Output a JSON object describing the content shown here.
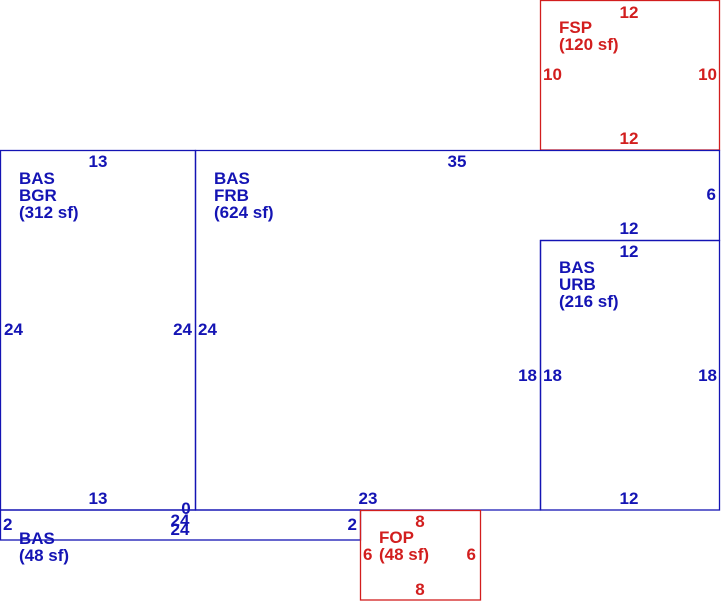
{
  "colors": {
    "living": "#1414b4",
    "porch": "#d21e1e"
  },
  "areas": {
    "fsp": {
      "line1": "FSP",
      "line2": "(120 sf)"
    },
    "bgr": {
      "line1": "BAS",
      "line2": "BGR",
      "line3": "(312 sf)"
    },
    "frb": {
      "line1": "BAS",
      "line2": "FRB",
      "line3": "(624 sf)"
    },
    "urb": {
      "line1": "BAS",
      "line2": "URB",
      "line3": "(216 sf)"
    },
    "bas48": {
      "line1": "BAS",
      "line2": "(48 sf)"
    },
    "fop": {
      "line1": "FOP",
      "line2": "(48 sf)"
    }
  },
  "dims": {
    "fsp_top": "12",
    "fsp_left": "10",
    "fsp_right": "10",
    "fsp_bottom": "12",
    "bgr_top": "13",
    "bgr_left": "24",
    "bgr_right": "24",
    "bgr_bottom": "13",
    "frb_top": "35",
    "frb_left": "24",
    "frb_right_upper": "6",
    "frb_step": "12",
    "frb_right_lower": "18",
    "frb_bottom": "23",
    "frb_corner": "0",
    "urb_top": "12",
    "urb_left": "18",
    "urb_right": "18",
    "urb_bottom": "12",
    "bas48_left": "2",
    "bas48_top": "24",
    "bas48_bottom": "24",
    "bas48_right": "2",
    "fop_top": "8",
    "fop_left": "6",
    "fop_right": "6",
    "fop_bottom": "8"
  }
}
